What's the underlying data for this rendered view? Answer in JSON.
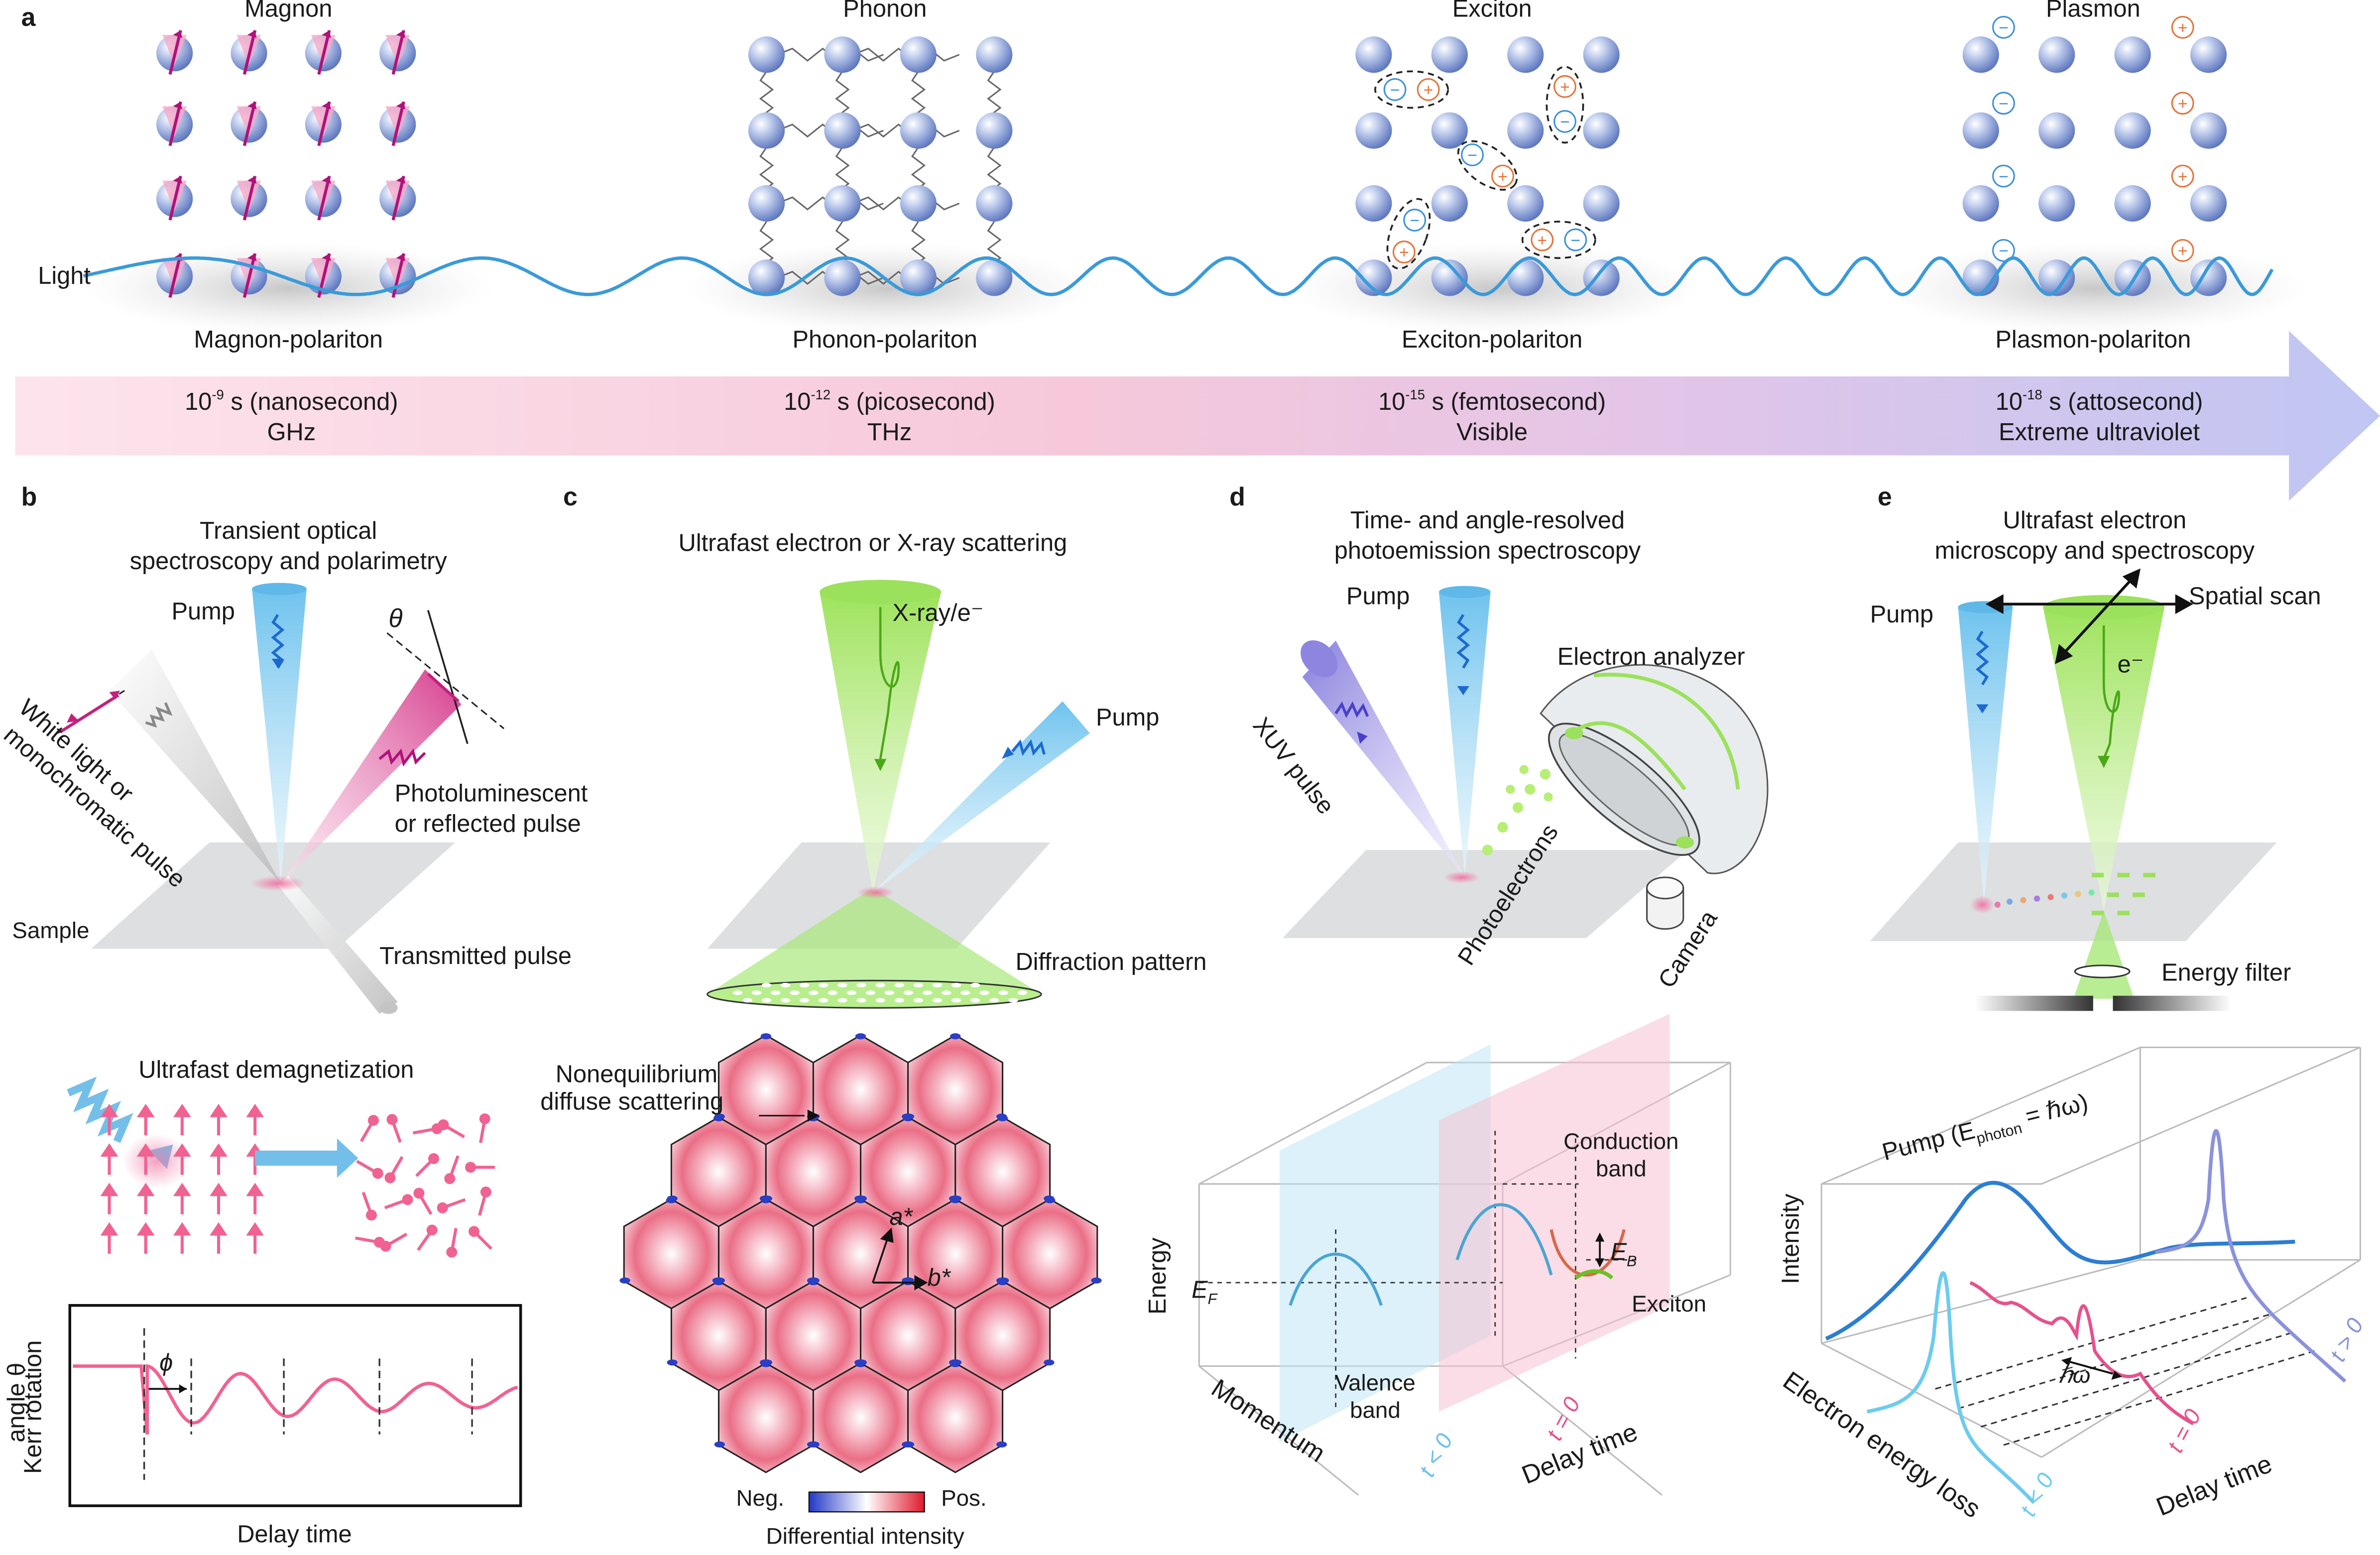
{
  "panel_a": {
    "label": "a",
    "light_label": "Light",
    "quasiparticles": [
      {
        "name": "Magnon",
        "polariton": "Magnon-polariton",
        "time_base": "10",
        "time_exp": "-9",
        "time_unit": " s (nanosecond)",
        "frequency": "GHz"
      },
      {
        "name": "Phonon",
        "polariton": "Phonon-polariton",
        "time_base": "10",
        "time_exp": "-12",
        "time_unit": " s (picosecond)",
        "frequency": "THz"
      },
      {
        "name": "Exciton",
        "polariton": "Exciton-polariton",
        "time_base": "10",
        "time_exp": "-15",
        "time_unit": " s (femtosecond)",
        "frequency": "Visible"
      },
      {
        "name": "Plasmon",
        "polariton": "Plasmon-polariton",
        "time_base": "10",
        "time_exp": "-18",
        "time_unit": " s (attosecond)",
        "frequency": "Extreme ultraviolet"
      }
    ],
    "colors": {
      "wave": "#3a9ad9",
      "atom": "#8fa3d6",
      "spin": "#b0127a",
      "electron": "#3a8fd9",
      "hole": "#e2733a"
    }
  },
  "panel_b": {
    "label": "b",
    "title_line1": "Transient optical",
    "title_line2": "spectroscopy and polarimetry",
    "pump": "Pump",
    "theta": "θ",
    "probe_line1": "White light or",
    "probe_line2": "monochromatic pulse",
    "emitted_line1": "Photoluminescent",
    "emitted_line2": "or reflected pulse",
    "sample": "Sample",
    "transmitted": "Transmitted pulse",
    "demag_title": "Ultrafast demagnetization",
    "kerr_ylabel_line1": "Kerr rotation",
    "kerr_ylabel_line2": "angle θ",
    "kerr_xlabel": "Delay time",
    "phi": "ϕ"
  },
  "panel_c": {
    "label": "c",
    "title": "Ultrafast electron or X-ray scattering",
    "beam": "X-ray/e⁻",
    "pump": "Pump",
    "diffraction": "Diffraction pattern",
    "diffuse_line1": "Nonequilibrium",
    "diffuse_line2": "diffuse scattering",
    "a_star": "a*",
    "b_star": "b*",
    "colorbar_neg": "Neg.",
    "colorbar_pos": "Pos.",
    "colorbar_label": "Differential intensity"
  },
  "panel_d": {
    "label": "d",
    "title_line1": "Time- and angle-resolved",
    "title_line2": "photoemission spectroscopy",
    "pump": "Pump",
    "analyzer": "Electron analyzer",
    "xuv": "XUV pulse",
    "photoelectrons": "Photoelectrons",
    "camera": "Camera",
    "energy": "Energy",
    "ef": "E",
    "ef_sub": "F",
    "conduction_line1": "Conduction",
    "conduction_line2": "band",
    "eb": "E",
    "eb_sub": "B",
    "exciton": "Exciton",
    "valence_line1": "Valence",
    "valence_line2": "band",
    "momentum": "Momentum",
    "t_neg": "t < 0",
    "t_zero": "t = 0",
    "delay": "Delay time"
  },
  "panel_e": {
    "label": "e",
    "title_line1": "Ultrafast electron",
    "title_line2": "microscopy and spectroscopy",
    "pump": "Pump",
    "spatial_scan": "Spatial scan",
    "electron": "e⁻",
    "energy_filter": "Energy filter",
    "intensity": "Intensity",
    "pump_annotation": "Pump (E",
    "pump_annotation_sub": "photon",
    "pump_annotation_end": " = ℏω)",
    "hbar_omega": "ℏω",
    "eels": "Electron energy loss",
    "delay": "Delay time",
    "t_neg": "t < 0",
    "t_zero": "t = 0",
    "t_pos": "t > 0"
  }
}
